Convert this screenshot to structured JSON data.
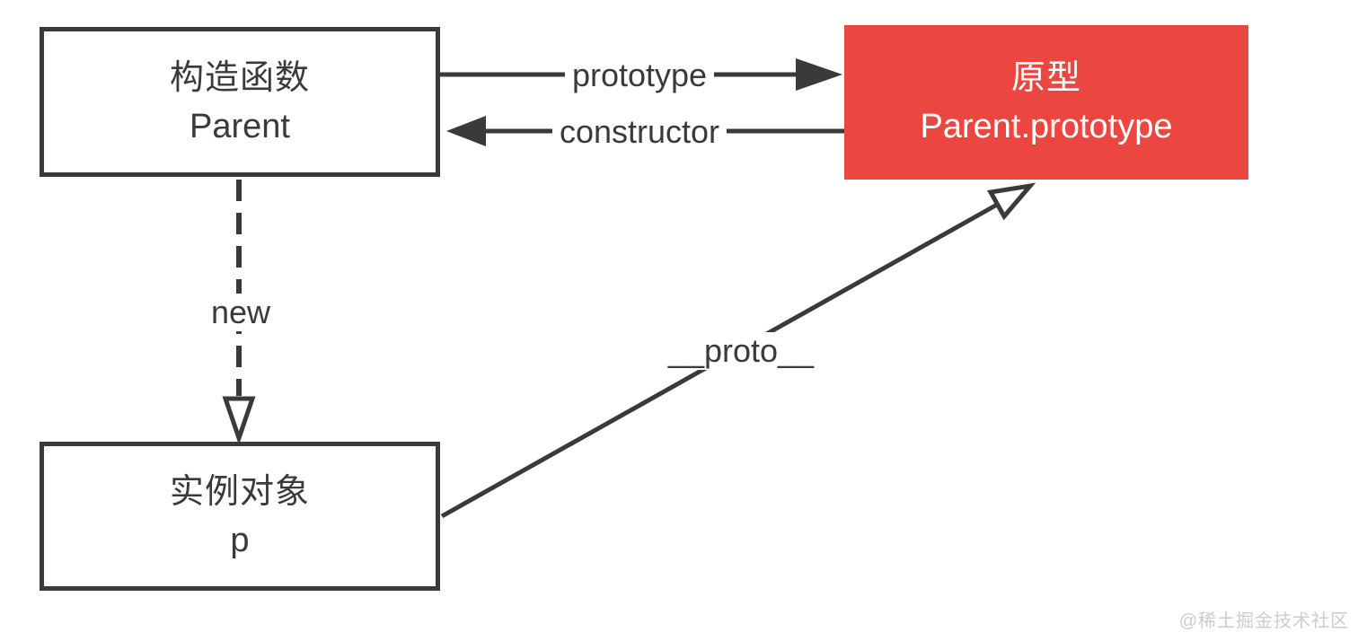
{
  "diagram": {
    "boxes": {
      "constructor_fn": {
        "line1": "构造函数",
        "line2": "Parent"
      },
      "prototype_obj": {
        "line1": "原型",
        "line2": "Parent.prototype"
      },
      "instance_obj": {
        "line1": "实例对象",
        "line2": "p"
      }
    },
    "edges": {
      "prototype_edge": {
        "label": "prototype",
        "from": "constructor_fn",
        "to": "prototype_obj",
        "style": "solid",
        "head": "filled"
      },
      "constructor_edge": {
        "label": "constructor",
        "from": "prototype_obj",
        "to": "constructor_fn",
        "style": "solid",
        "head": "filled"
      },
      "new_edge": {
        "label": "new",
        "from": "constructor_fn",
        "to": "instance_obj",
        "style": "dashed",
        "head": "hollow"
      },
      "proto_edge": {
        "label": "__proto__",
        "from": "instance_obj",
        "to": "prototype_obj",
        "style": "solid",
        "head": "hollow"
      }
    },
    "colors": {
      "line": "#3a3a3a",
      "text": "#3a3a3a",
      "prototype_box_bg": "#ec4641",
      "prototype_box_text": "#ffffff",
      "background": "#ffffff",
      "watermark": "#cccccc"
    },
    "watermark": "@稀土掘金技术社区"
  }
}
